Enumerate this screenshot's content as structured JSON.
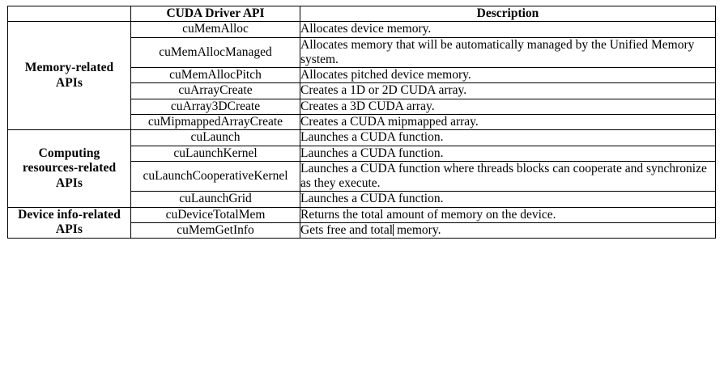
{
  "table": {
    "columns": {
      "group_header": "",
      "api_header": "CUDA Driver API",
      "description_header": "Description"
    },
    "groups": [
      {
        "label_line1": "Memory-related",
        "label_line2": "APIs",
        "rows": [
          {
            "api": "cuMemAlloc",
            "description": "Allocates device memory."
          },
          {
            "api": "cuMemAllocManaged",
            "description": "Allocates memory that will be automatically managed by the Unified Memory system."
          },
          {
            "api": "cuMemAllocPitch",
            "description": "Allocates pitched device memory."
          },
          {
            "api": "cuArrayCreate",
            "description": "Creates a 1D or 2D CUDA array."
          },
          {
            "api": "cuArray3DCreate",
            "description": "Creates a 3D CUDA array."
          },
          {
            "api": "cuMipmappedArrayCreate",
            "description": "Creates a CUDA mipmapped array."
          }
        ]
      },
      {
        "label_line1": "Computing",
        "label_line2": "resources-related",
        "label_line3": "APIs",
        "rows": [
          {
            "api": "cuLaunch",
            "description": "Launches a CUDA function."
          },
          {
            "api": "cuLaunchKernel",
            "description": "Launches a CUDA function."
          },
          {
            "api": "cuLaunchCooperativeKernel",
            "description": "Launches a CUDA function where threads blocks can cooperate and synchronize as they execute."
          },
          {
            "api": "cuLaunchGrid",
            "description": "Launches a CUDA function."
          }
        ]
      },
      {
        "label_line1": "Device info-related",
        "label_line2": "APIs",
        "rows": [
          {
            "api": "cuDeviceTotalMem",
            "description": "Returns the total amount of memory on the device."
          },
          {
            "api": "cuMemGetInfo",
            "description_before_caret": "Gets free and total",
            "description_after_caret": " memory."
          }
        ]
      }
    ]
  },
  "colors": {
    "border": "#000000",
    "text": "#000000",
    "background": "#ffffff"
  }
}
